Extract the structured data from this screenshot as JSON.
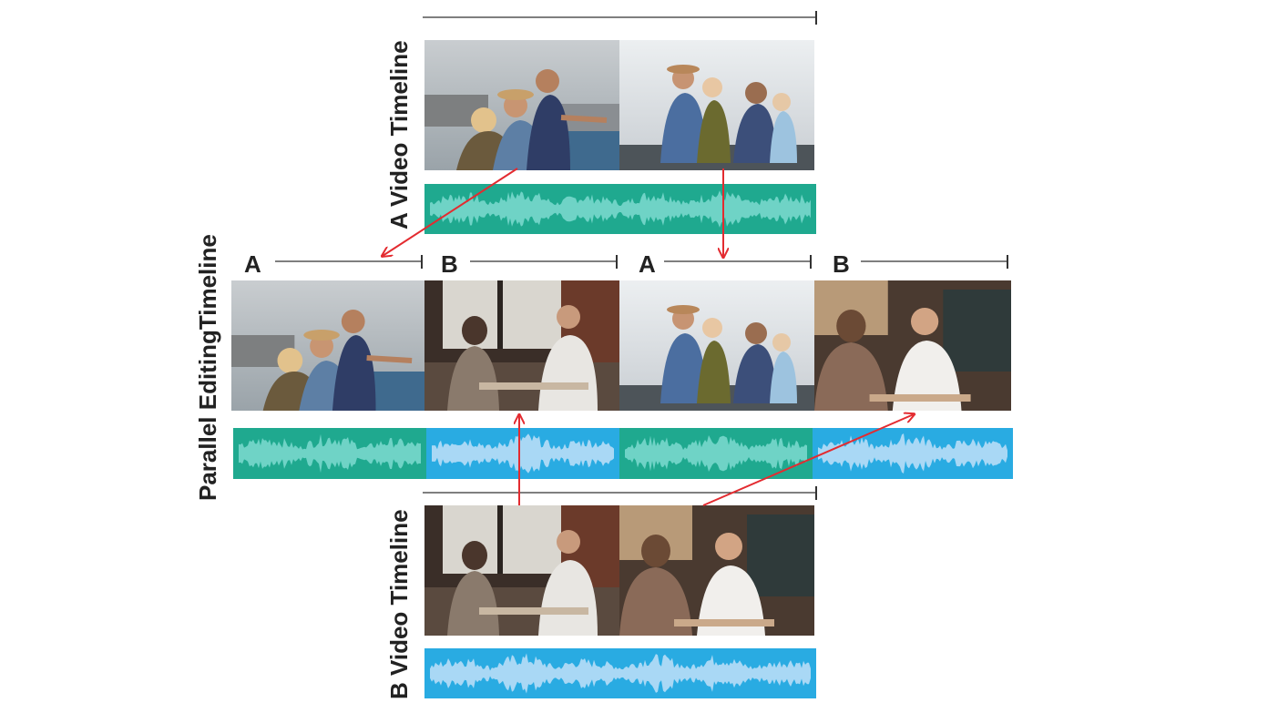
{
  "labels": {
    "a_timeline": "A Video Timeline",
    "parallel_timeline": "Parallel EditingTimeline",
    "b_timeline": "B Video Timeline"
  },
  "segments": [
    "A",
    "B",
    "A",
    "B"
  ],
  "scenes": {
    "a1": "friends-pointing-scene",
    "a2": "friends-sitting-scene",
    "b1": "cafe-conversation-scene",
    "b2": "cafe-smiling-man-scene"
  },
  "colors": {
    "track_a": "#1fa98f",
    "track_a_wave": "#6fd3c6",
    "track_b": "#29abe2",
    "track_b_wave": "#a9d8f5",
    "arrow": "#e32b30",
    "ruler": "#333333"
  }
}
